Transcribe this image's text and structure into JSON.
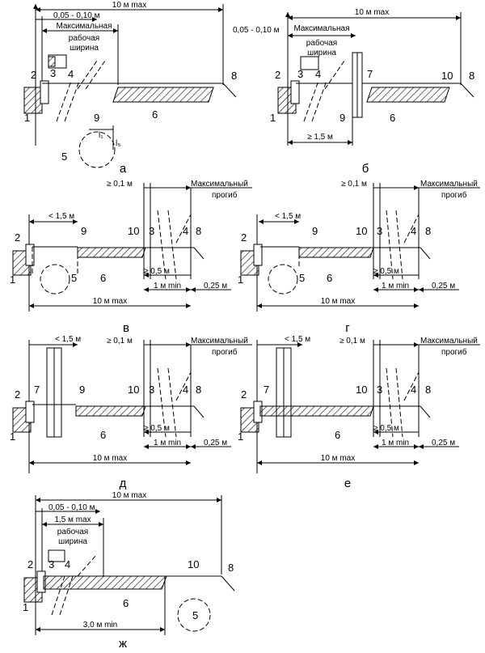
{
  "panels": {
    "a": {
      "caption": "а",
      "dim_total": "10 м max",
      "dim_gap": "0,05 - 0,10 м",
      "width_label": [
        "Максимальная",
        "рабочая",
        "ширина"
      ],
      "labels": [
        "1",
        "2",
        "3",
        "4",
        "5",
        "6",
        "8",
        "9"
      ],
      "l1": "l₁",
      "l5": "l₅"
    },
    "b": {
      "caption": "б",
      "dim_total": "10 м max",
      "dim_gap": "0,05 - 0,10 м",
      "width_label": [
        "Максимальная",
        "рабочая",
        "ширина"
      ],
      "labels": [
        "1",
        "2",
        "3",
        "4",
        "6",
        "7",
        "8",
        "9",
        "10"
      ],
      "dim_min": "≥ 1,5 м"
    },
    "v": {
      "caption": "в",
      "dim_top": "≥ 0,1 м",
      "max_label": [
        "Максимальный",
        "прогиб"
      ],
      "dim_left": "< 1,5 м",
      "labels": [
        "1",
        "2",
        "3",
        "4",
        "5",
        "6",
        "8",
        "9",
        "10"
      ],
      "dim_05": "≥ 0,5 м",
      "dim_1": "1 м min",
      "dim_025": "0,25 м",
      "dim_total": "10 м max"
    },
    "g": {
      "caption": "г",
      "dim_top": "≥ 0,1 м",
      "max_label": [
        "Максимальный",
        "прогиб"
      ],
      "dim_left": "< 1,5 м",
      "labels": [
        "1",
        "2",
        "3",
        "4",
        "5",
        "6",
        "8",
        "9",
        "10"
      ],
      "dim_05": "≥ 0,5 м",
      "dim_1": "1 м min",
      "dim_025": "0,25 м",
      "dim_total": "10 м max"
    },
    "d": {
      "caption": "д",
      "dim_top": "≥ 0,1 м",
      "max_label": [
        "Максимальный",
        "прогиб"
      ],
      "dim_left": "< 1,5 м",
      "labels": [
        "1",
        "2",
        "3",
        "4",
        "6",
        "7",
        "8",
        "9",
        "10"
      ],
      "dim_05": "≥ 0,5 м",
      "dim_1": "1 м min",
      "dim_025": "0,25 м",
      "dim_total": "10 м max"
    },
    "e": {
      "caption": "е",
      "dim_top": "≥ 0,1 м",
      "max_label": [
        "Максимальный",
        "прогиб"
      ],
      "dim_left": "< 1,5 м",
      "labels": [
        "1",
        "2",
        "3",
        "4",
        "6",
        "7",
        "8",
        "10"
      ],
      "dim_05": "≥ 0,5 м",
      "dim_1": "1 м min",
      "dim_025": "0,25 м",
      "dim_total": "10 м max"
    },
    "zh": {
      "caption": "ж",
      "dim_total": "10 м max",
      "dim_gap": "0,05 - 0,10 м",
      "dim_15": "1,5 м max",
      "width_label": [
        "рабочая",
        "ширина"
      ],
      "labels": [
        "1",
        "2",
        "3",
        "4",
        "5",
        "6",
        "8",
        "10"
      ],
      "dim_3": "3,0 м min"
    }
  }
}
